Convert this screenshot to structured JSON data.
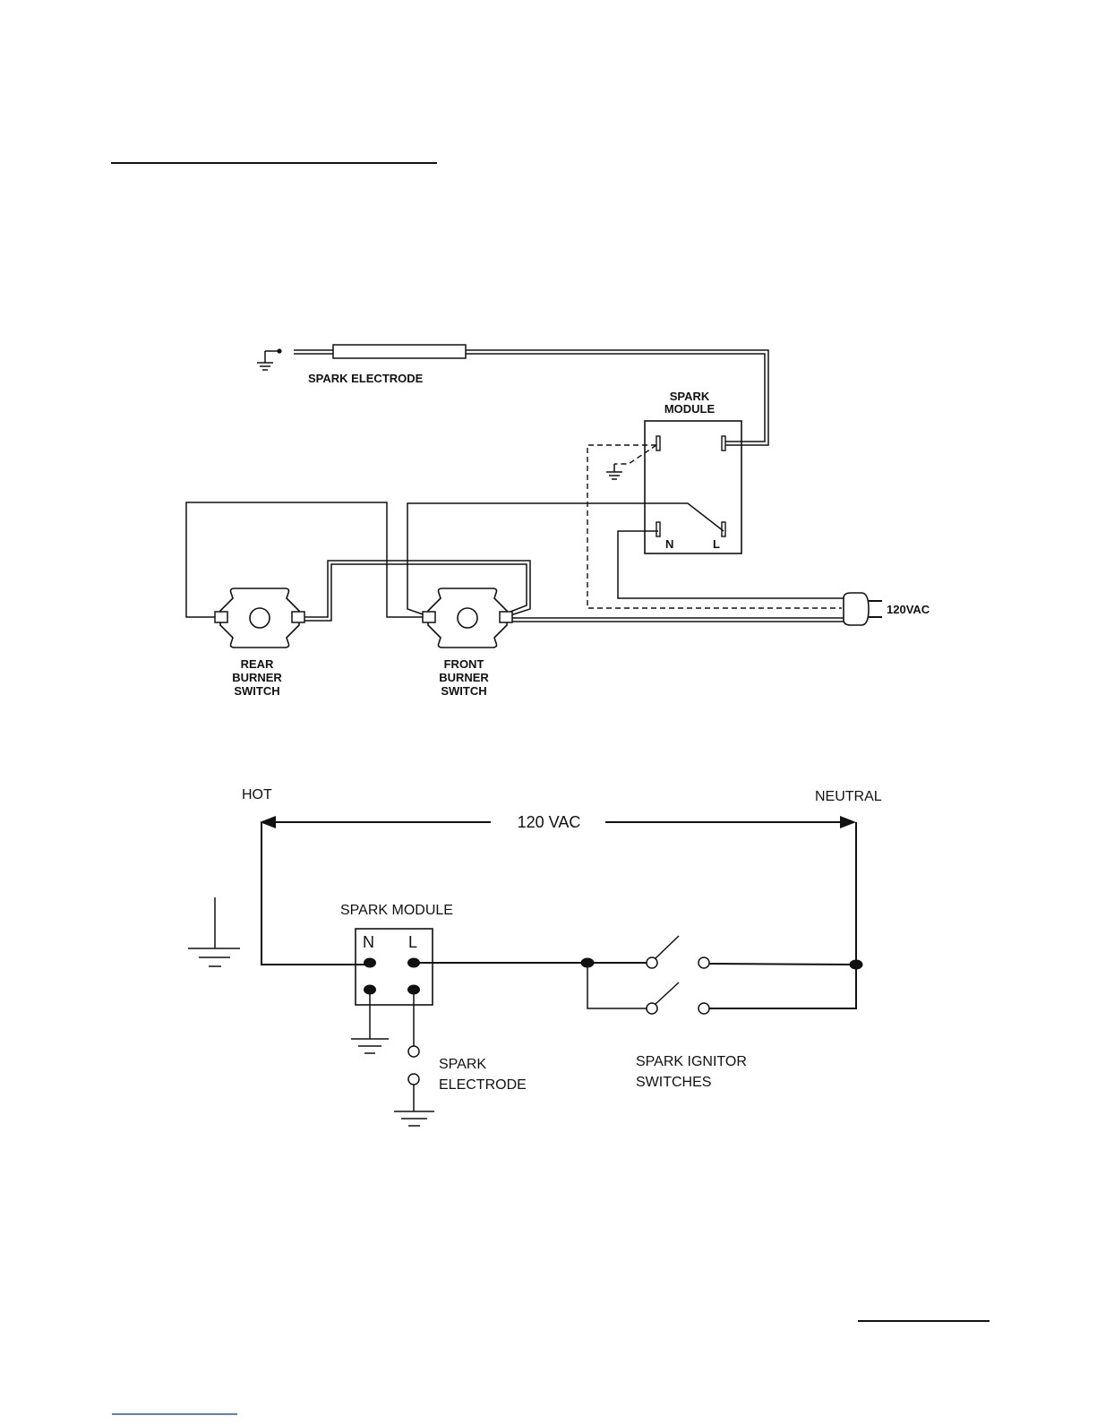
{
  "accent_color": "#111111",
  "wiring_diagram": {
    "spark_electrode": "SPARK ELECTRODE",
    "spark_module_line1": "SPARK",
    "spark_module_line2": "MODULE",
    "terminal_n": "N",
    "terminal_l": "L",
    "supply": "120VAC",
    "rear_switch_line1": "REAR",
    "rear_switch_line2": "BURNER",
    "rear_switch_line3": "SWITCH",
    "front_switch_line1": "FRONT",
    "front_switch_line2": "BURNER",
    "front_switch_line3": "SWITCH"
  },
  "schematic": {
    "hot": "HOT",
    "neutral": "NEUTRAL",
    "voltage": "120 VAC",
    "spark_module": "SPARK MODULE",
    "terminal_n": "N",
    "terminal_l": "L",
    "electrode_line1": "SPARK",
    "electrode_line2": "ELECTRODE",
    "switches_line1": "SPARK IGNITOR",
    "switches_line2": "SWITCHES"
  }
}
